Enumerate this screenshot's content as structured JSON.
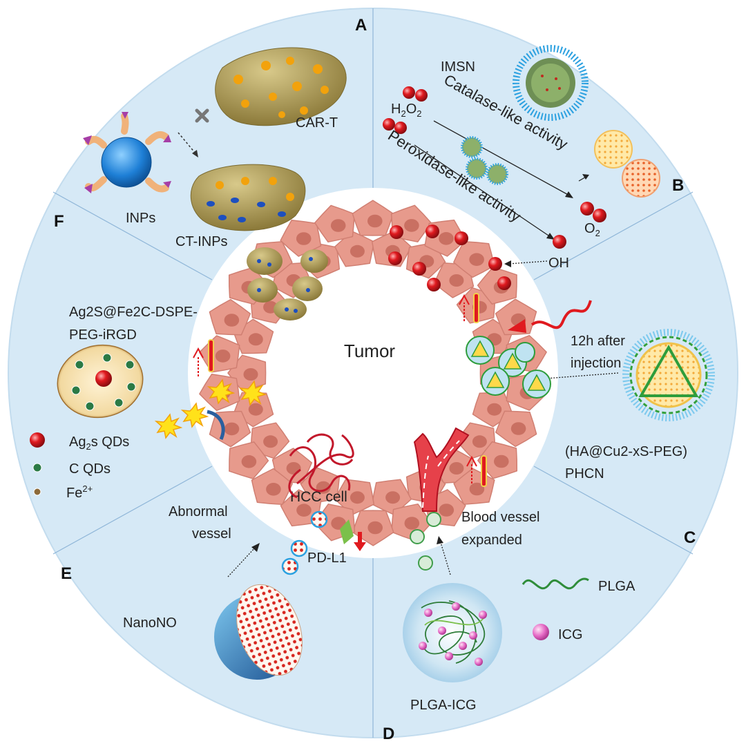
{
  "sections": {
    "a": "A",
    "b": "B",
    "c": "C",
    "d": "D",
    "e": "E",
    "f": "F"
  },
  "center": {
    "tumor": "Tumor"
  },
  "panel_a": {
    "car_t": "CAR-T",
    "inps": "INPs",
    "ct_inps": "CT-INPs"
  },
  "panel_b": {
    "imsn": "IMSN",
    "h2o2_main": "H",
    "h2o2_sub1": "2",
    "h2o2_o": "O",
    "h2o2_sub2": "2",
    "catalase": "Catalase-like activity",
    "peroxidase": "Peroxidase-like activity",
    "o2_main": "O",
    "o2_sub": "2",
    "oh": "OH"
  },
  "panel_c": {
    "after_line1": "12h after",
    "after_line2": "injection",
    "agent_line1": "(HA@Cu2-xS-PEG)",
    "agent_line2": "PHCN"
  },
  "panel_d": {
    "vessel_line1": "Blood vessel",
    "vessel_line2": "expanded",
    "plga": "PLGA",
    "icg": "ICG",
    "plga_icg": "PLGA-ICG"
  },
  "panel_e": {
    "abnormal_line1": "Abnormal",
    "abnormal_line2": "vessel",
    "hcc": "HCC  cell",
    "pdl1": "PD-L1",
    "nanono": "NanoNO"
  },
  "panel_f": {
    "agent_line1": "Ag2S@Fe2C-DSPE-",
    "agent_line2": "PEG-iRGD",
    "ag2s_a": "Ag",
    "ag2s_sub": "2",
    "ag2s_b": "s QDs",
    "cqds": "C QDs",
    "fe_main": "Fe",
    "fe_sup": "2+"
  },
  "colors": {
    "background_circle": "#d6e9f6",
    "tumor_cell": "#e79a8c",
    "tumor_nucleus": "#c97062",
    "red_sphere": "#d9141b",
    "nanoparticle_green": "#2e9d3c"
  }
}
